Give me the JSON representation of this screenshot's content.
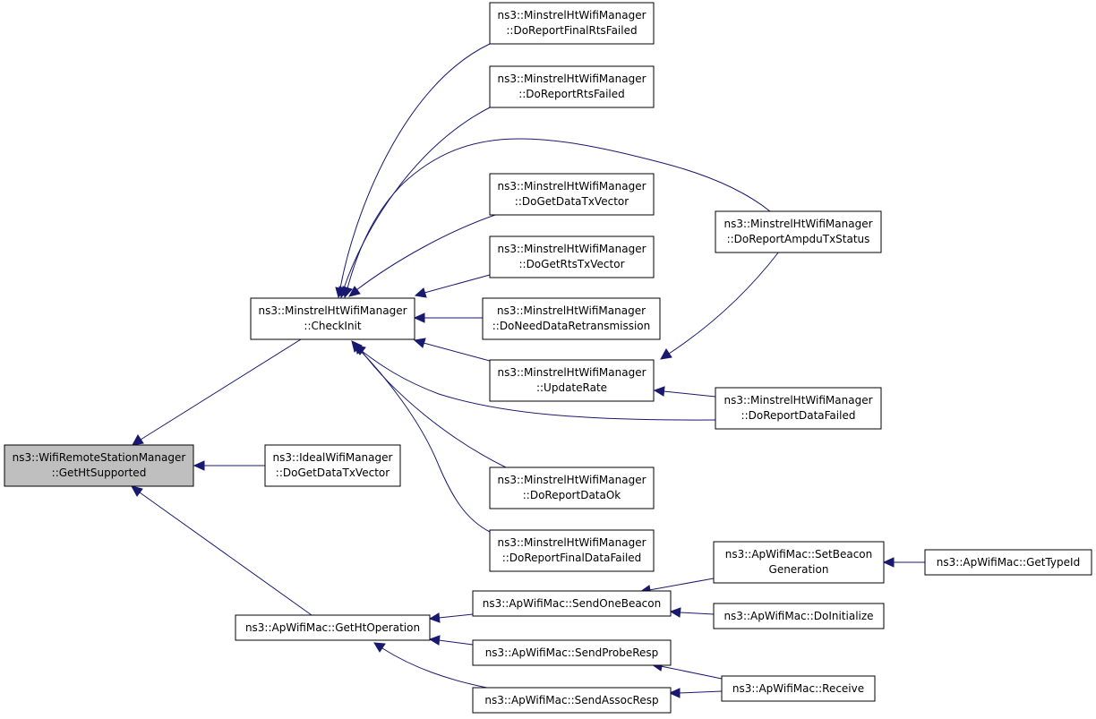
{
  "nodes": {
    "getht": {
      "line1": "ns3::WifiRemoteStationManager",
      "line2": "::GetHtSupported"
    },
    "checkinit": {
      "line1": "ns3::MinstrelHtWifiManager",
      "line2": "::CheckInit"
    },
    "ideal": {
      "line1": "ns3::IdealWifiManager",
      "line2": "::DoGetDataTxVector"
    },
    "gethtop": {
      "line1": "ns3::ApWifiMac::GetHtOperation"
    },
    "finalrts": {
      "line1": "ns3::MinstrelHtWifiManager",
      "line2": "::DoReportFinalRtsFailed"
    },
    "rtsfailed": {
      "line1": "ns3::MinstrelHtWifiManager",
      "line2": "::DoReportRtsFailed"
    },
    "getdatatx": {
      "line1": "ns3::MinstrelHtWifiManager",
      "line2": "::DoGetDataTxVector"
    },
    "getrtstx": {
      "line1": "ns3::MinstrelHtWifiManager",
      "line2": "::DoGetRtsTxVector"
    },
    "needretx": {
      "line1": "ns3::MinstrelHtWifiManager",
      "line2": "::DoNeedDataRetransmission"
    },
    "updaterate": {
      "line1": "ns3::MinstrelHtWifiManager",
      "line2": "::UpdateRate"
    },
    "dataok": {
      "line1": "ns3::MinstrelHtWifiManager",
      "line2": "::DoReportDataOk"
    },
    "finaldata": {
      "line1": "ns3::MinstrelHtWifiManager",
      "line2": "::DoReportFinalDataFailed"
    },
    "ampdu": {
      "line1": "ns3::MinstrelHtWifiManager",
      "line2": "::DoReportAmpduTxStatus"
    },
    "datafailed": {
      "line1": "ns3::MinstrelHtWifiManager",
      "line2": "::DoReportDataFailed"
    },
    "sendbeacon": {
      "line1": "ns3::ApWifiMac::SendOneBeacon"
    },
    "proberesp": {
      "line1": "ns3::ApWifiMac::SendProbeResp"
    },
    "assocresp": {
      "line1": "ns3::ApWifiMac::SendAssocResp"
    },
    "setbeacon": {
      "line1": "ns3::ApWifiMac::SetBeacon",
      "line2": "Generation"
    },
    "doinit": {
      "line1": "ns3::ApWifiMac::DoInitialize"
    },
    "receive": {
      "line1": "ns3::ApWifiMac::Receive"
    },
    "gettypeid": {
      "line1": "ns3::ApWifiMac::GetTypeId"
    }
  },
  "colors": {
    "edge": "#191970",
    "focus_fill": "#bfbfbf",
    "node_border": "#000000"
  }
}
